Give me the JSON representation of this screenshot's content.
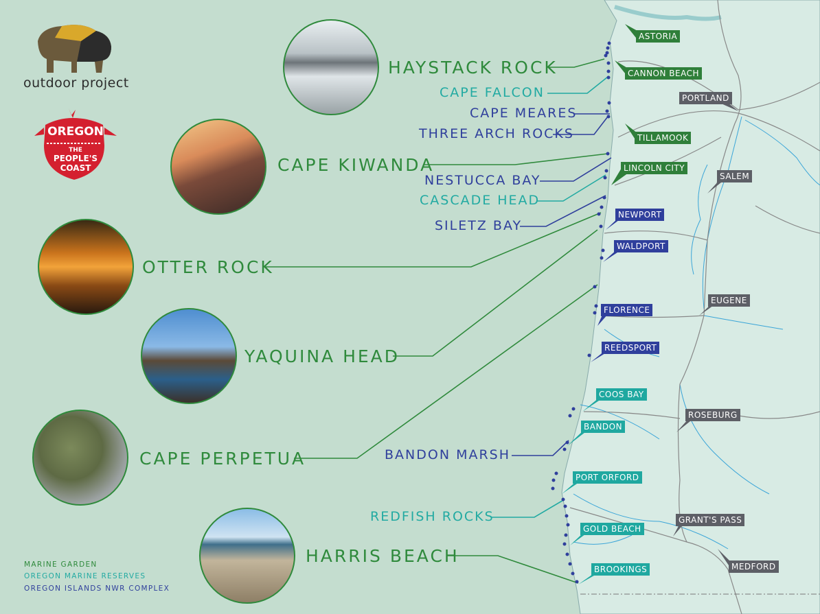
{
  "logos": {
    "outdoor_project": "outdoor project",
    "oregon_badge": {
      "line1": "OREGON",
      "line2": "THE",
      "line3": "PEOPLE'S",
      "line4": "COAST"
    }
  },
  "colors": {
    "marine_garden": "#2f8a3c",
    "marine_reserves": "#22aaa2",
    "nwr_complex": "#2f3f9c",
    "city": "#5d5f66",
    "ocean": "#c4ddcf",
    "land": "#d8ebe4"
  },
  "sites": {
    "haystack_rock": "HAYSTACK ROCK",
    "cape_falcon": "CAPE FALCON",
    "cape_meares": "CAPE MEARES",
    "three_arch_rocks": "THREE ARCH ROCKS",
    "cape_kiwanda": "CAPE KIWANDA",
    "nestucca_bay": "NESTUCCA BAY",
    "cascade_head": "CASCADE HEAD",
    "siletz_bay": "SILETZ BAY",
    "otter_rock": "OTTER ROCK",
    "yaquina_head": "YAQUINA HEAD",
    "cape_perpetua": "CAPE PERPETUA",
    "bandon_marsh": "BANDON MARSH",
    "redfish_rocks": "REDFISH ROCKS",
    "harris_beach": "HARRIS BEACH"
  },
  "cities": {
    "astoria": "ASTORIA",
    "cannon_beach": "CANNON BEACH",
    "portland": "PORTLAND",
    "tillamook": "TILLAMOOK",
    "lincoln_city": "LINCOLN CITY",
    "salem": "SALEM",
    "newport": "NEWPORT",
    "waldport": "WALDPORT",
    "florence": "FLORENCE",
    "eugene": "EUGENE",
    "reedsport": "REEDSPORT",
    "coos_bay": "COOS BAY",
    "roseburg": "ROSEBURG",
    "bandon": "BANDON",
    "port_orford": "PORT ORFORD",
    "grants_pass": "GRANT'S PASS",
    "gold_beach": "GOLD BEACH",
    "medford": "MEDFORD",
    "brookings": "BROOKINGS"
  },
  "legend": {
    "marine_garden": "MARINE GARDEN",
    "marine_reserves": "OREGON MARINE RESERVES",
    "nwr_complex": "OREGON ISLANDS NWR COMPLEX"
  }
}
